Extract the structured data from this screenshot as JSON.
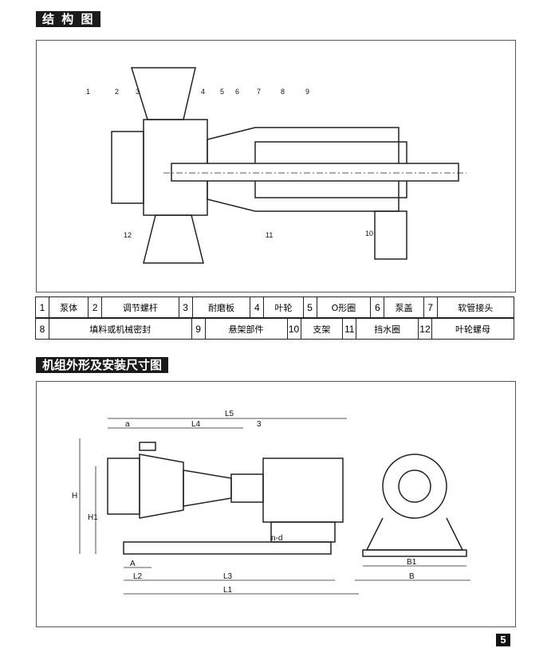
{
  "section1": {
    "title": "结 构 图"
  },
  "section2": {
    "title": "机组外形及安装尺寸图"
  },
  "structure_callouts": [
    "1",
    "2",
    "3",
    "4",
    "5",
    "6",
    "7",
    "8",
    "9",
    "10",
    "11",
    "12"
  ],
  "parts_table": {
    "rows": [
      [
        {
          "no": "1",
          "name": "泵体"
        },
        {
          "no": "2",
          "name": "调节螺杆"
        },
        {
          "no": "3",
          "name": "耐磨板"
        },
        {
          "no": "4",
          "name": "叶轮"
        },
        {
          "no": "5",
          "name": "O形圈"
        },
        {
          "no": "6",
          "name": "泵盖"
        },
        {
          "no": "7",
          "name": "软管接头"
        }
      ],
      [
        {
          "no": "8",
          "name": "填料或机械密封"
        },
        {
          "no": "9",
          "name": "悬架部件"
        },
        {
          "no": "10",
          "name": "支架"
        },
        {
          "no": "11",
          "name": "挡水圈"
        },
        {
          "no": "12",
          "name": "叶轮螺母"
        }
      ]
    ]
  },
  "dimensions": {
    "a": "a",
    "L4": "L4",
    "L5": "L5",
    "d3": "3",
    "H": "H",
    "H1": "H1",
    "A": "A",
    "L2": "L2",
    "L3": "L3",
    "L1": "L1",
    "nd": "n-d",
    "B1": "B1",
    "B": "B"
  },
  "page_number": "5"
}
